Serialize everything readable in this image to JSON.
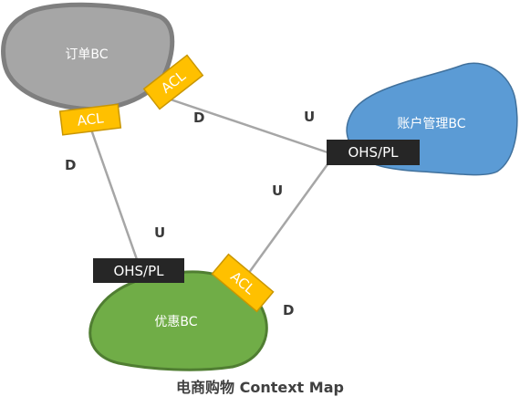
{
  "contexts": {
    "order": {
      "label": "订单BC",
      "fill": "#a6a6a6",
      "stroke": "#7f7f7f"
    },
    "account": {
      "label": "账户管理BC",
      "fill": "#5b9bd5",
      "stroke": "#41719c"
    },
    "promotion": {
      "label": "优惠BC",
      "fill": "#70ad47",
      "stroke": "#507e32"
    }
  },
  "markers": {
    "acl_top": "ACL",
    "acl_left": "ACL",
    "acl_bottom": "ACL",
    "ohs_right": "OHS/PL",
    "ohs_bottom": "OHS/PL"
  },
  "relations": {
    "order_to_account_down": "D",
    "order_to_account_up": "U",
    "order_to_promotion_down": "D",
    "order_to_promotion_up": "U",
    "promotion_to_account_up": "U",
    "promotion_to_account_down": "D"
  },
  "colors": {
    "acl_fill": "#ffc000",
    "acl_stroke": "#c99600",
    "ohs_fill": "#262626",
    "line": "#a6a6a6"
  },
  "caption": "电商购物 Context Map"
}
